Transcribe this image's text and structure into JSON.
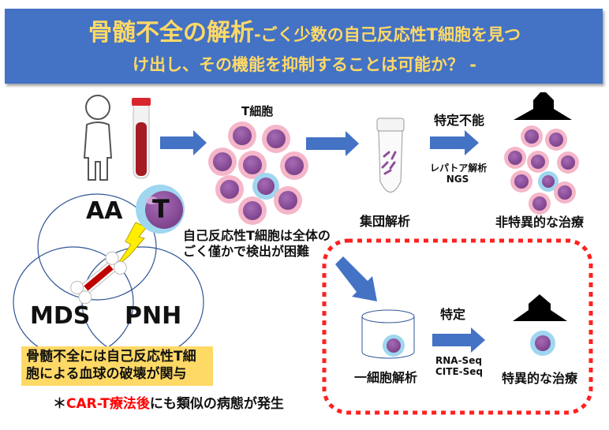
{
  "title": {
    "main": "骨髄不全の解析",
    "sub_line1": "-ごく少数の自己反応性T細胞を見つ",
    "sub_line2": "け出し、その機能を抑制することは可能か？ -"
  },
  "venn": {
    "labels": [
      "AA",
      "MDS",
      "PNH"
    ],
    "tcell_label": "T"
  },
  "labels": {
    "tcell_group": "T細胞",
    "autoreactive_note_line1": "自己反応性T細胞は全体の",
    "autoreactive_note_line2": "ごく僅かで検出が困難",
    "bulk_analysis": "集団解析",
    "unidentifiable": "特定不能",
    "repertoire_line1": "レパトア解析",
    "repertoire_line2": "NGS",
    "nonspecific_treatment": "非特異的な治療",
    "single_cell_analysis": "一細胞解析",
    "identified": "特定",
    "seq_line1": "RNA-Seq",
    "seq_line2": "CITE-Seq",
    "specific_treatment": "特異的な治療"
  },
  "note_box": {
    "line1": "骨髄不全には自己反応性T細",
    "line2": "胞による血球の破壊が関与"
  },
  "footnote": {
    "asterisk": "＊",
    "highlight": "CAR-T療法後",
    "rest": "にも類似の病態が発生"
  },
  "colors": {
    "banner": "#4472c4",
    "title_text": "#ffd966",
    "arrow": "#4472c4",
    "dashed_box": "#ff2020",
    "note_bg": "#ffd966",
    "highlight_text": "#ff0000",
    "cell_membrane_pink": "#f4b6c8",
    "cell_membrane_blue": "#9fd6f0",
    "nucleus": "#8e4f9a"
  }
}
